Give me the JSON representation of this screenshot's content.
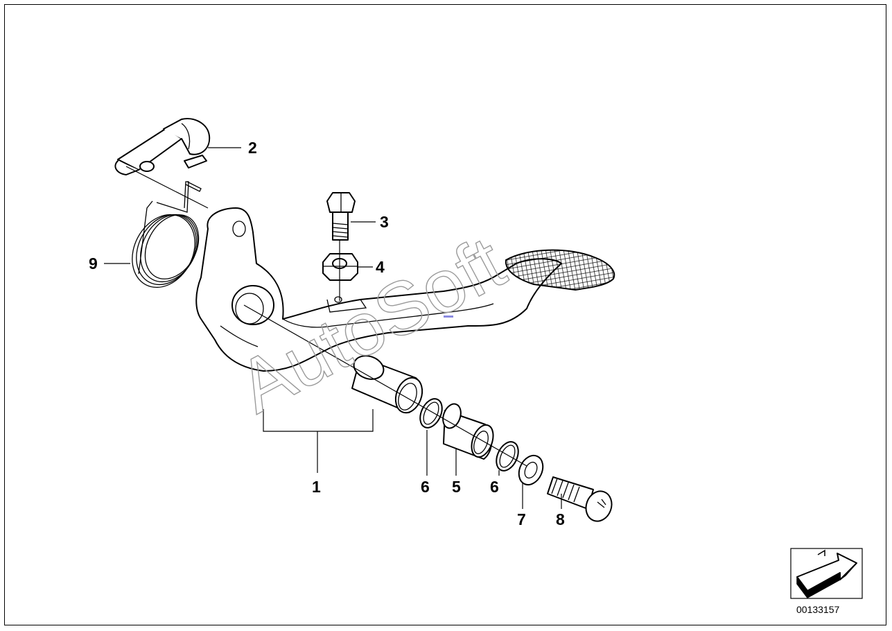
{
  "diagram": {
    "callouts": [
      {
        "id": "1",
        "label": "1"
      },
      {
        "id": "2",
        "label": "2"
      },
      {
        "id": "3",
        "label": "3"
      },
      {
        "id": "4",
        "label": "4"
      },
      {
        "id": "5",
        "label": "5"
      },
      {
        "id": "6a",
        "label": "6"
      },
      {
        "id": "6b",
        "label": "6"
      },
      {
        "id": "7",
        "label": "7"
      },
      {
        "id": "8",
        "label": "8"
      },
      {
        "id": "9",
        "label": "9"
      }
    ],
    "image_number": "00133157",
    "watermark": "AutoSoft",
    "icons": {
      "nav": "arrow-next-icon"
    }
  }
}
